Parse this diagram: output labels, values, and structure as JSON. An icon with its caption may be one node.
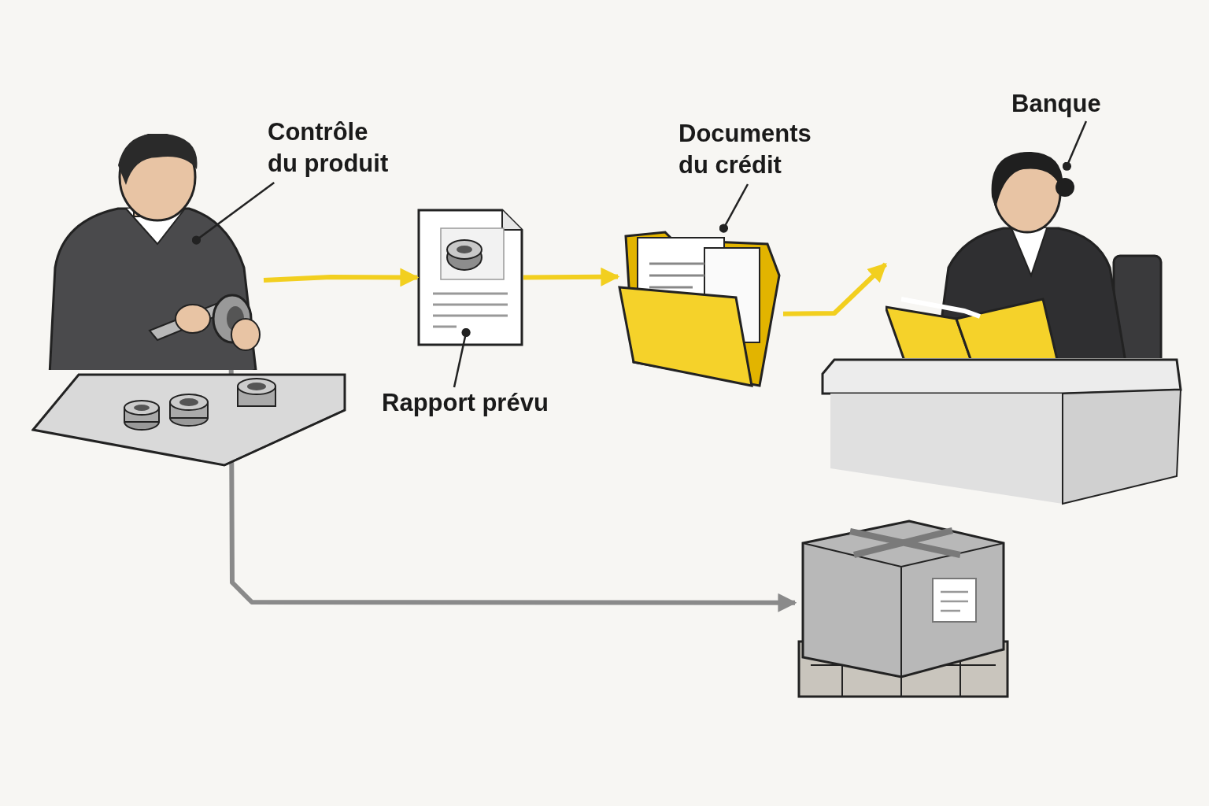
{
  "diagram": {
    "nodes": [
      {
        "text": [
          "Contrôle du produit"
        ]
      },
      {
        "text": [],
        "shape": "person"
      },
      {
        "text": [],
        "shape": "picture"
      },
      {
        "text": [
          "Rapport prévu"
        ]
      },
      {
        "text": [
          "Documents du crédit"
        ]
      },
      {
        "text": [],
        "shape": "picture"
      },
      {
        "text": [
          "Banque"
        ]
      },
      {
        "text": [],
        "shape": "person"
      },
      {
        "text": [],
        "shape": "picture"
      }
    ],
    "edges": [
      {
        "from": 0,
        "to": 1,
        "arrow": "other"
      },
      {
        "from": 3,
        "to": 2,
        "arrow": "other"
      },
      {
        "from": 4,
        "to": 5,
        "arrow": "other"
      },
      {
        "from": 6,
        "to": 7,
        "arrow": "other"
      },
      {
        "from": 1,
        "to": 2,
        "arrow": "to",
        "style": "thick",
        "color": "#f2cf1f"
      },
      {
        "from": 2,
        "to": 5,
        "arrow": "to",
        "style": "thick",
        "color": "#f2cf1f"
      },
      {
        "from": 5,
        "to": 7,
        "arrow": "to",
        "style": "thick",
        "color": "#f2cf1f"
      },
      {
        "from": 1,
        "to": 8,
        "arrow": "to",
        "style": "thick",
        "color": "#8a8a8a"
      }
    ]
  }
}
